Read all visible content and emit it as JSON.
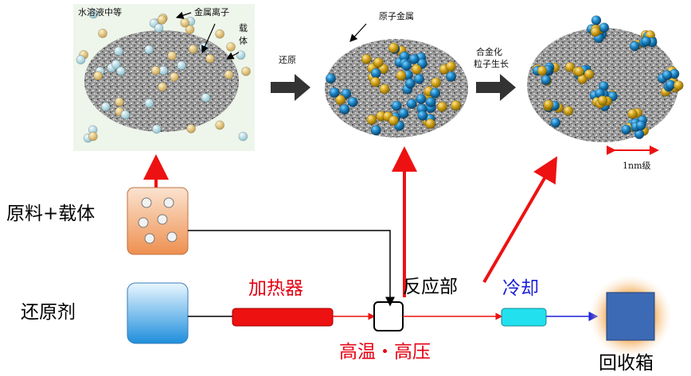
{
  "labels": {
    "aqueous": "水溶液中等",
    "metal_ion": "金属离子",
    "support_v": [
      "载",
      "体"
    ],
    "reduction": "还原",
    "atomic_metal": "原子金属",
    "alloy_growth_1": "合金化",
    "alloy_growth_2": "粒子生长",
    "scale": "1nm级",
    "raw_plus_support": "原料+载体",
    "reductant": "还原剂",
    "heater": "加热器",
    "reaction_part": "反应部",
    "cooling": "冷却",
    "high_temp_pressure": "高温・高压",
    "recovery_box": "回收箱"
  },
  "colors": {
    "red_text": "#e60012",
    "blue_text": "#1a20d8",
    "heater": "#ee1111",
    "cooler": "#22e0ee",
    "gold": "#d4a419",
    "blue_atom": "#1a84c4",
    "ion_light": "#a8d4dc",
    "arrow_red": "#ee1111",
    "arrow_black": "#333333",
    "recovery_box": "#3d6ab5",
    "raw_box": "#f1a66c"
  },
  "icons": {
    "reduction_arrow": "black-right-arrow",
    "growth_arrow": "black-right-arrow",
    "scale_arrow": "red-double-arrow"
  }
}
